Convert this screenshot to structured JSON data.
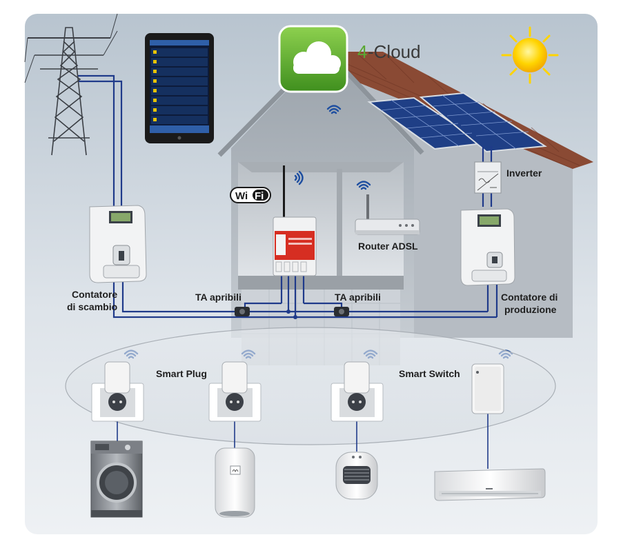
{
  "brand": {
    "number": "4",
    "name": "-Cloud"
  },
  "badges": {
    "wifi_left": "Wi",
    "wifi_right": "Fi"
  },
  "labels": {
    "inverter": "Inverter",
    "router": "Router ADSL",
    "exchange_meter_line1": "Contatore",
    "exchange_meter_line2": "di scambio",
    "production_meter_line1": "Contatore di",
    "production_meter_line2": "produzione",
    "ta_left": "TA apribili",
    "ta_right": "TA apribili",
    "smart_plug": "Smart Plug",
    "smart_switch": "Smart Switch"
  },
  "colors": {
    "background": "#c9d3dd",
    "wire": "#1f3a8a",
    "cloud_green": "#5aa832",
    "roof": "#8a4a34",
    "wifi": "#1f4fa0"
  },
  "icons": [
    "power-pylon-icon",
    "tablet-icon",
    "cloud-icon",
    "sun-icon",
    "solar-panel-icon",
    "wifi-icon",
    "router-icon",
    "gateway-icon",
    "inverter-icon",
    "meter-icon",
    "current-clamp-icon",
    "smart-plug-icon",
    "smart-switch-icon",
    "washing-machine-icon",
    "water-heater-icon",
    "fan-heater-icon",
    "air-conditioner-icon"
  ]
}
